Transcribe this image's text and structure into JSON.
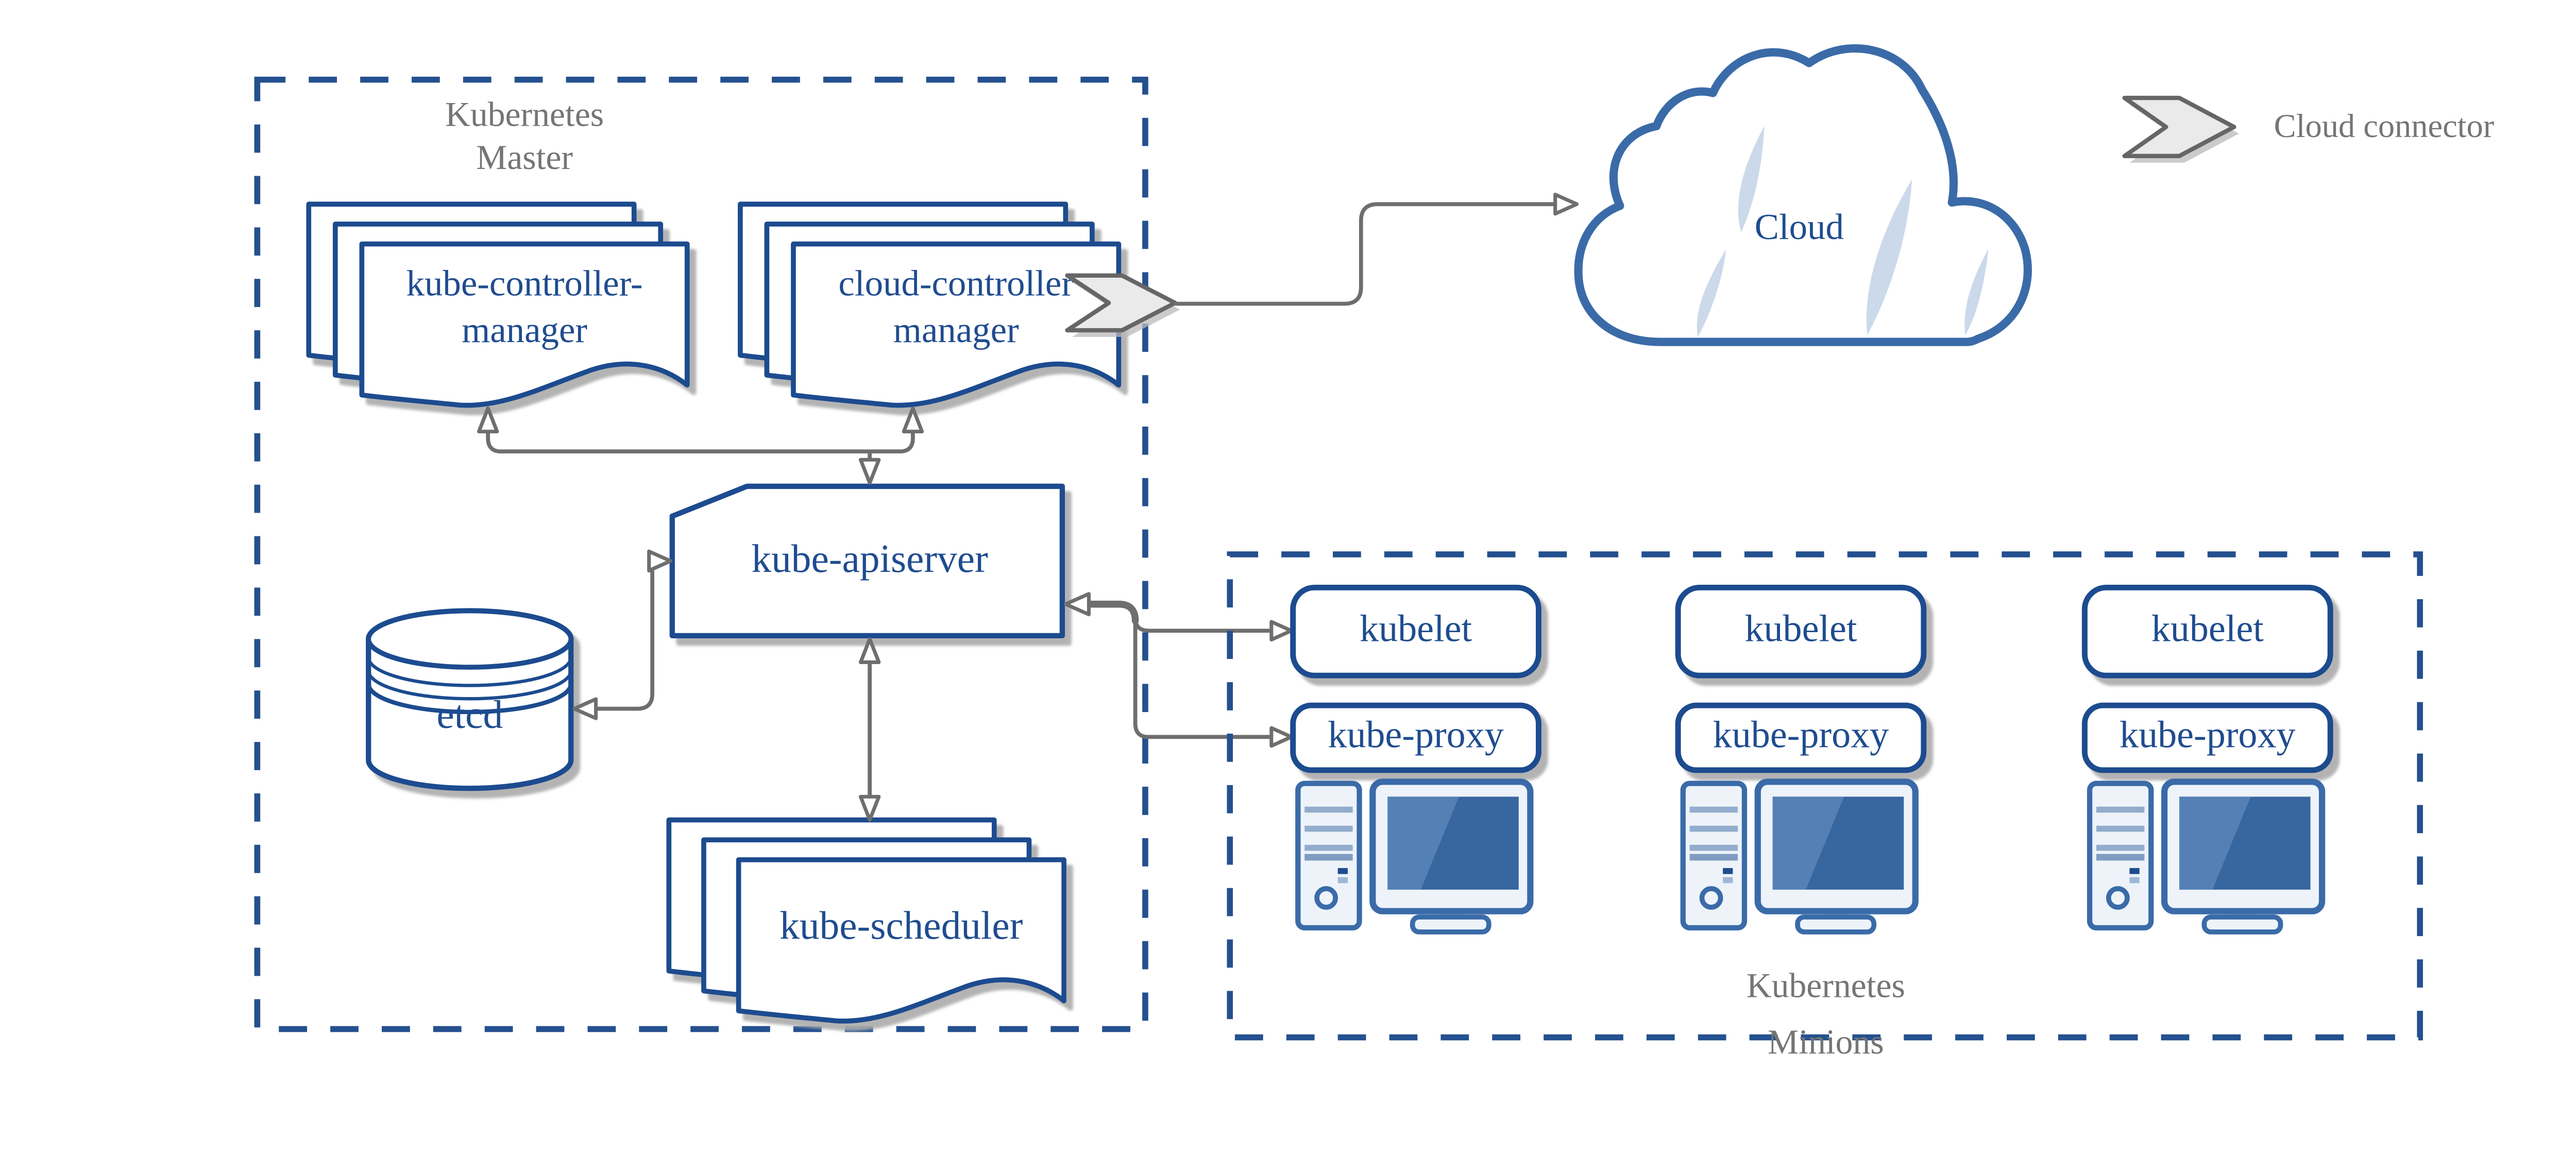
{
  "colors": {
    "node_border_navy": "#1F4C8F",
    "dashed_border_blue": "#24508F",
    "cloud_blue": "#3A6BA8",
    "computer_blue": "#3A6BA8",
    "screen_blue_dark": "#38669F",
    "screen_blue_light": "#5580B5",
    "light_fill": "#EDF3F9",
    "stripe_blue": "#93ACCD",
    "sliver_blue": "#CBD9EA",
    "arrow_gray": "#6E6E6E",
    "label_gray": "#757575",
    "chevron_fill": "#EAEAEA",
    "chevron_border": "#666666",
    "shadow_gray": "#ABABAB"
  },
  "master": {
    "label": {
      "line1": "Kubernetes",
      "line2": "Master"
    },
    "kube_controller_manager": {
      "line1": "kube-controller-",
      "line2": "manager"
    },
    "cloud_controller_manager": {
      "line1": "cloud-controller",
      "line2": "manager"
    },
    "kube_apiserver": {
      "label": "kube-apiserver"
    },
    "etcd": {
      "label": "etcd"
    },
    "kube_scheduler": {
      "label": "kube-scheduler"
    }
  },
  "cloud": {
    "label": "Cloud"
  },
  "legend": {
    "label": "Cloud connector"
  },
  "minions": {
    "label": {
      "line1": "Kubernetes",
      "line2": "Minions"
    },
    "nodes": [
      {
        "kubelet": "kubelet",
        "kube_proxy": "kube-proxy"
      },
      {
        "kubelet": "kubelet",
        "kube_proxy": "kube-proxy"
      },
      {
        "kubelet": "kubelet",
        "kube_proxy": "kube-proxy"
      }
    ]
  }
}
